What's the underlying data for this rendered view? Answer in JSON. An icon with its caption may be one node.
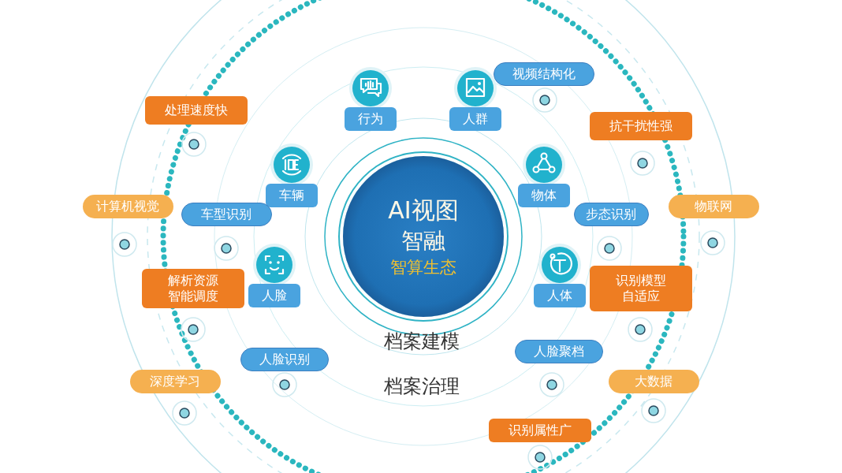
{
  "diagram": {
    "nodes": [
      {
        "text": [
          "视频结构化"
        ]
      },
      {
        "text": [
          "行为"
        ]
      },
      {
        "text": [
          "人群"
        ]
      },
      {
        "text": [
          "处理速度快"
        ]
      },
      {
        "text": [
          "抗干扰性强"
        ]
      },
      {
        "text": [
          "车辆"
        ]
      },
      {
        "text": [
          "物体"
        ]
      },
      {
        "text": [
          "计算机视觉"
        ]
      },
      {
        "text": [
          "车型识别"
        ]
      },
      {
        "text": [
          "步态识别"
        ]
      },
      {
        "text": [
          "物联网"
        ]
      },
      {
        "text": [
          "AI视图",
          "智融",
          "智算生态"
        ]
      },
      {
        "text": [
          "解析资源智能调度"
        ]
      },
      {
        "text": [
          "人脸"
        ]
      },
      {
        "text": [
          "人体"
        ]
      },
      {
        "text": [
          "识别模型自适应"
        ]
      },
      {
        "text": [
          "人脸聚档"
        ]
      },
      {
        "text": [
          "人脸识别"
        ]
      },
      {
        "text": [
          "深度学习"
        ]
      },
      {
        "text": [
          "大数据"
        ]
      },
      {
        "text": [
          "识别属性广"
        ]
      }
    ],
    "edges": [],
    "labels": [
      "档案建模",
      "档案治理"
    ]
  }
}
